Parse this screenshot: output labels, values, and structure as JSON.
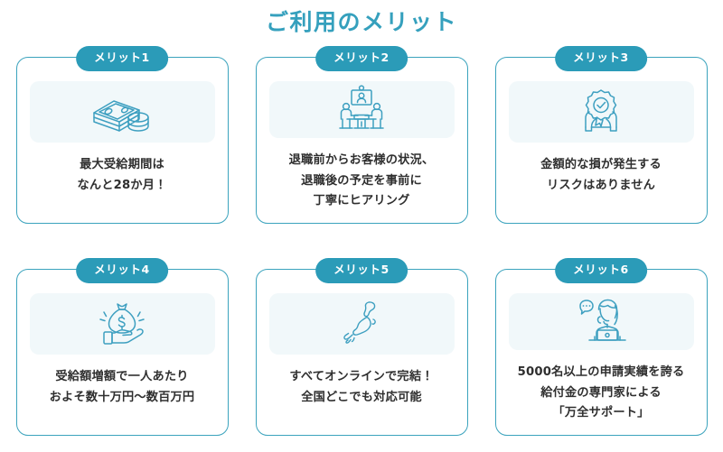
{
  "section": {
    "title": "ご利用のメリット",
    "title_color": "#35a0bd"
  },
  "theme": {
    "badge_bg": "#2b9bb8",
    "badge_text": "#ffffff",
    "card_border": "#3ba3bd",
    "icon_panel_bg": "#f1f8fa",
    "icon_stroke": "#3d9fc0",
    "body_text": "#2f2f2f",
    "page_bg": "#ffffff"
  },
  "cards": [
    {
      "badge": "メリット1",
      "icon": "cash-stack-icon",
      "lines": [
        "最大受給期間は",
        "なんと28か月！"
      ]
    },
    {
      "badge": "メリット2",
      "icon": "online-meeting-icon",
      "lines": [
        "退職前からお客様の状況、",
        "退職後の予定を事前に",
        "丁寧にヒアリング"
      ]
    },
    {
      "badge": "メリット3",
      "icon": "hands-holding-award-icon",
      "lines": [
        "金額的な損が発生する",
        "リスクはありません"
      ]
    },
    {
      "badge": "メリット4",
      "icon": "hand-money-bag-icon",
      "lines": [
        "受給額増額で一人あたり",
        "およそ数十万円〜数百万円"
      ]
    },
    {
      "badge": "メリット5",
      "icon": "japan-map-icon",
      "lines": [
        "すべてオンラインで完結！",
        "全国どこでも対応可能"
      ]
    },
    {
      "badge": "メリット6",
      "icon": "support-agent-icon",
      "lines": [
        "5000名以上の申請実績を誇る",
        "給付金の専門家による",
        "「万全サポート」"
      ]
    }
  ]
}
